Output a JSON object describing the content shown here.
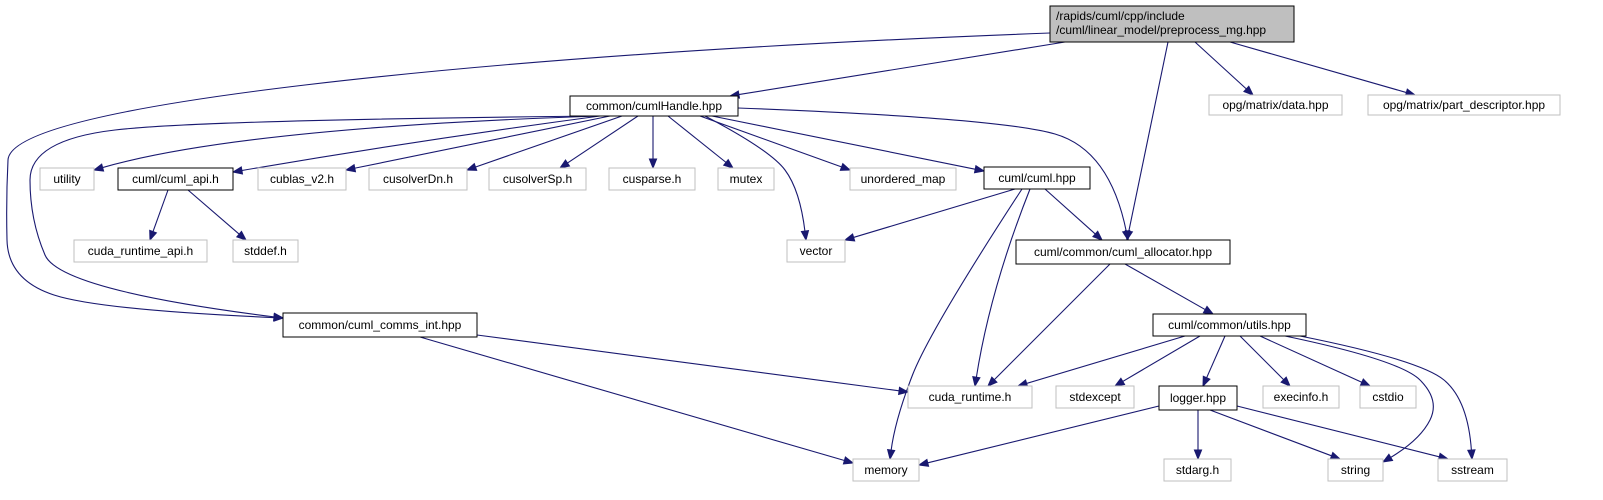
{
  "graph": {
    "root": "/rapids/cuml/cpp/include\n/cuml/linear_model/preprocess_mg.hpp",
    "nodes": [
      {
        "id": "root",
        "label": "/rapids/cuml/cpp/include\n/cuml/linear_model/preprocess_mg.hpp",
        "style": "root",
        "link": false
      },
      {
        "id": "cumlHandle",
        "label": "common/cumlHandle.hpp",
        "style": "documented",
        "link": true
      },
      {
        "id": "opg_data",
        "label": "opg/matrix/data.hpp",
        "style": "external",
        "link": false
      },
      {
        "id": "opg_part",
        "label": "opg/matrix/part_descriptor.hpp",
        "style": "external",
        "link": false
      },
      {
        "id": "utility",
        "label": "utility",
        "style": "external",
        "link": false
      },
      {
        "id": "cuml_api",
        "label": "cuml/cuml_api.h",
        "style": "documented",
        "link": true
      },
      {
        "id": "cublas",
        "label": "cublas_v2.h",
        "style": "external",
        "link": false
      },
      {
        "id": "cusolverDn",
        "label": "cusolverDn.h",
        "style": "external",
        "link": false
      },
      {
        "id": "cusolverSp",
        "label": "cusolverSp.h",
        "style": "external",
        "link": false
      },
      {
        "id": "cusparse",
        "label": "cusparse.h",
        "style": "external",
        "link": false
      },
      {
        "id": "mutex",
        "label": "mutex",
        "style": "external",
        "link": false
      },
      {
        "id": "unordered_map",
        "label": "unordered_map",
        "style": "external",
        "link": false
      },
      {
        "id": "cuml_hpp",
        "label": "cuml/cuml.hpp",
        "style": "documented",
        "link": true
      },
      {
        "id": "cuda_runtime_api",
        "label": "cuda_runtime_api.h",
        "style": "external",
        "link": false
      },
      {
        "id": "stddef",
        "label": "stddef.h",
        "style": "external",
        "link": false
      },
      {
        "id": "vector",
        "label": "vector",
        "style": "external",
        "link": false
      },
      {
        "id": "cuml_allocator",
        "label": "cuml/common/cuml_allocator.hpp",
        "style": "documented",
        "link": true
      },
      {
        "id": "comms_int",
        "label": "common/cuml_comms_int.hpp",
        "style": "documented",
        "link": true
      },
      {
        "id": "utils",
        "label": "cuml/common/utils.hpp",
        "style": "documented",
        "link": true
      },
      {
        "id": "cuda_runtime",
        "label": "cuda_runtime.h",
        "style": "external",
        "link": false
      },
      {
        "id": "stdexcept",
        "label": "stdexcept",
        "style": "external",
        "link": false
      },
      {
        "id": "logger",
        "label": "logger.hpp",
        "style": "documented",
        "link": true
      },
      {
        "id": "execinfo",
        "label": "execinfo.h",
        "style": "external",
        "link": false
      },
      {
        "id": "cstdio",
        "label": "cstdio",
        "style": "external",
        "link": false
      },
      {
        "id": "memory",
        "label": "memory",
        "style": "external",
        "link": false
      },
      {
        "id": "stdarg",
        "label": "stdarg.h",
        "style": "external",
        "link": false
      },
      {
        "id": "string",
        "label": "string",
        "style": "external",
        "link": false
      },
      {
        "id": "sstream",
        "label": "sstream",
        "style": "external",
        "link": false
      }
    ],
    "edges": [
      {
        "from": "root",
        "to": "cumlHandle"
      },
      {
        "from": "root",
        "to": "comms_int"
      },
      {
        "from": "root",
        "to": "cuml_allocator"
      },
      {
        "from": "root",
        "to": "opg_data"
      },
      {
        "from": "root",
        "to": "opg_part"
      },
      {
        "from": "cumlHandle",
        "to": "utility"
      },
      {
        "from": "cumlHandle",
        "to": "cuml_api"
      },
      {
        "from": "cumlHandle",
        "to": "cublas"
      },
      {
        "from": "cumlHandle",
        "to": "cusolverDn"
      },
      {
        "from": "cumlHandle",
        "to": "cusolverSp"
      },
      {
        "from": "cumlHandle",
        "to": "cusparse"
      },
      {
        "from": "cumlHandle",
        "to": "mutex"
      },
      {
        "from": "cumlHandle",
        "to": "vector"
      },
      {
        "from": "cumlHandle",
        "to": "unordered_map"
      },
      {
        "from": "cumlHandle",
        "to": "cuml_hpp"
      },
      {
        "from": "cumlHandle",
        "to": "cuml_allocator"
      },
      {
        "from": "cumlHandle",
        "to": "comms_int"
      },
      {
        "from": "cuml_api",
        "to": "cuda_runtime_api"
      },
      {
        "from": "cuml_api",
        "to": "stddef"
      },
      {
        "from": "cuml_hpp",
        "to": "vector"
      },
      {
        "from": "cuml_hpp",
        "to": "cuml_allocator"
      },
      {
        "from": "cuml_hpp",
        "to": "cuda_runtime"
      },
      {
        "from": "cuml_hpp",
        "to": "memory"
      },
      {
        "from": "cuml_allocator",
        "to": "cuda_runtime"
      },
      {
        "from": "cuml_allocator",
        "to": "utils"
      },
      {
        "from": "comms_int",
        "to": "cuda_runtime"
      },
      {
        "from": "comms_int",
        "to": "memory"
      },
      {
        "from": "utils",
        "to": "cuda_runtime"
      },
      {
        "from": "utils",
        "to": "stdexcept"
      },
      {
        "from": "utils",
        "to": "logger"
      },
      {
        "from": "utils",
        "to": "execinfo"
      },
      {
        "from": "utils",
        "to": "cstdio"
      },
      {
        "from": "utils",
        "to": "string"
      },
      {
        "from": "utils",
        "to": "sstream"
      },
      {
        "from": "logger",
        "to": "memory"
      },
      {
        "from": "logger",
        "to": "stdarg"
      },
      {
        "from": "logger",
        "to": "string"
      },
      {
        "from": "logger",
        "to": "sstream"
      }
    ]
  },
  "colors": {
    "edge": "#191970",
    "root_fill": "#bfbfbf",
    "root_border": "#000000",
    "documented_fill": "#ffffff",
    "documented_border": "#000000",
    "external_fill": "#ffffff",
    "external_border": "#bfbfbf"
  }
}
